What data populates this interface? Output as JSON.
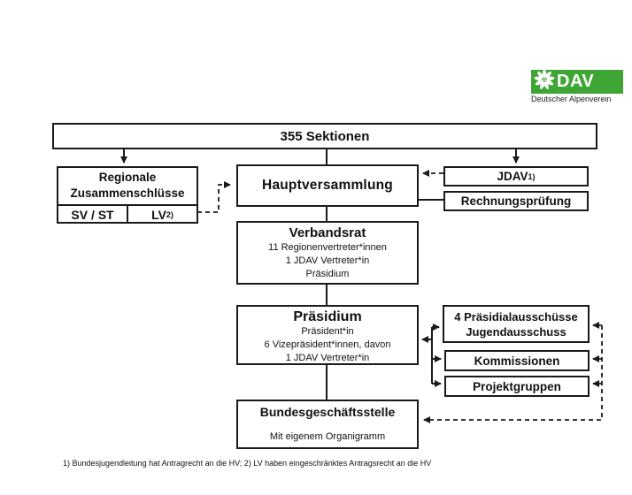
{
  "logo": {
    "acronym": "DAV",
    "subtitle": "Deutscher Alpenverein",
    "green": "#3fa535",
    "icon": "edelweiss-icon"
  },
  "nodes": {
    "sektionen": {
      "title": "355 Sektionen"
    },
    "regionale": {
      "line1": "Regionale",
      "line2": "Zusammenschlüsse",
      "cell_left": "SV / ST",
      "cell_right": "LV",
      "cell_right_sup": "2)"
    },
    "hauptversammlung": {
      "title": "Hauptversammlung"
    },
    "jdav": {
      "title": "JDAV",
      "sup": "1)"
    },
    "rechnungspruefung": {
      "title": "Rechnungsprüfung"
    },
    "verbandsrat": {
      "title": "Verbandsrat",
      "details": [
        "11 Regionenvertreter*innen",
        "1 JDAV Vertreter*in",
        "Präsidium"
      ]
    },
    "praesidium": {
      "title": "Präsidium",
      "details": [
        "Präsident*in",
        "6 Vizepräsident*innen, davon",
        "1 JDAV Vertreter*in"
      ]
    },
    "praesidialausschuesse": {
      "line1": "4 Präsidialausschüsse",
      "line2": "Jugendausschuss"
    },
    "kommissionen": {
      "title": "Kommissionen"
    },
    "projektgruppen": {
      "title": "Projektgruppen"
    },
    "bundesgeschaeftsstelle": {
      "title": "Bundesgeschäftsstelle",
      "subtitle": "Mit eigenem Organigramm"
    }
  },
  "footnote": "1) Bundesjugendleitung hat Antragrecht an die HV;  2) LV haben eingeschränktes Antragsrecht an die HV",
  "colors": {
    "line": "#1a1a1a",
    "box_border": "#1a1a1a",
    "background": "#ffffff"
  }
}
